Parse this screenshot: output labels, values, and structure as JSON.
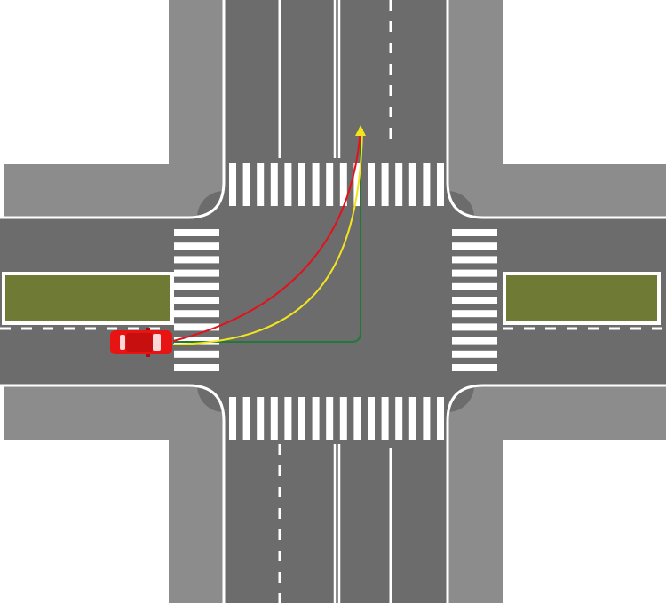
{
  "colors": {
    "background": "#ffffff",
    "sidewalk": "#8c8c8c",
    "road": "#6c6c6c",
    "marking": "#ffffff",
    "median_grass": "#6f7b34",
    "car_body": "#e81414",
    "car_glass": "#ffd9d9",
    "path_red": "#e5101a",
    "path_yellow": "#f2e51e",
    "path_green": "#1f7a3a"
  },
  "icons": {
    "vehicle": "car-icon",
    "path_end": "arrowhead-icon"
  },
  "paths": [
    {
      "name": "",
      "color_key": "path_red"
    },
    {
      "name": "",
      "color_key": "path_yellow"
    },
    {
      "name": "",
      "color_key": "path_green"
    }
  ]
}
